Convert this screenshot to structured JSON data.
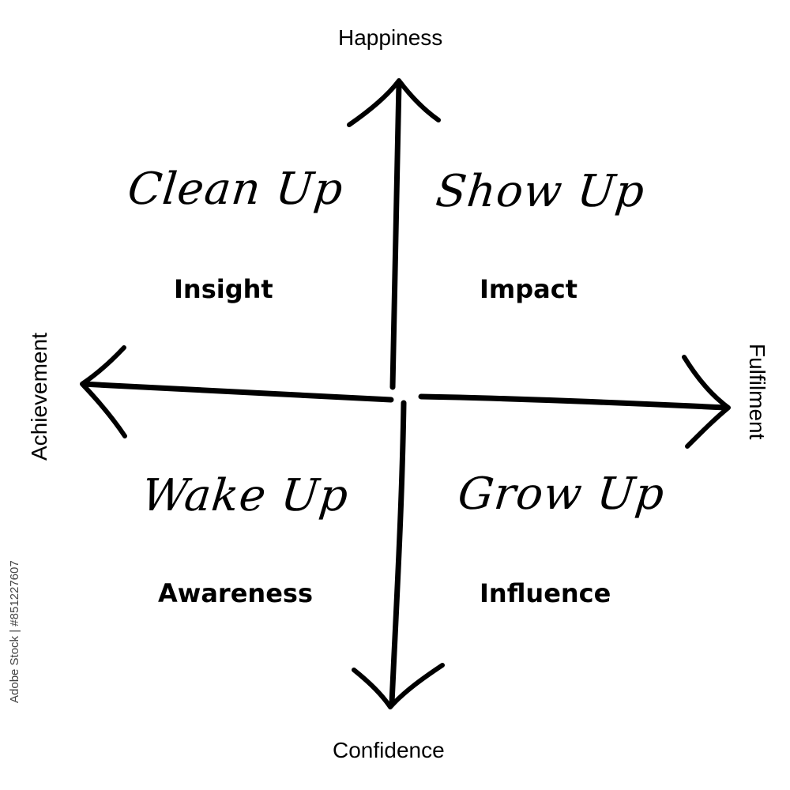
{
  "axes": {
    "top": "Happiness",
    "bottom": "Confidence",
    "left": "Achievement",
    "right": "Fulfilment"
  },
  "quadrants": {
    "top_left": {
      "script": "Clean Up",
      "keyword": "Insight"
    },
    "top_right": {
      "script": "Show Up",
      "keyword": "Impact"
    },
    "bottom_left": {
      "script": "Wake Up",
      "keyword": "Awareness"
    },
    "bottom_right": {
      "script": "Grow Up",
      "keyword": "Influence"
    }
  },
  "watermark": "Adobe Stock | #851227607",
  "colors": {
    "ink": "#000000",
    "background": "#ffffff"
  }
}
